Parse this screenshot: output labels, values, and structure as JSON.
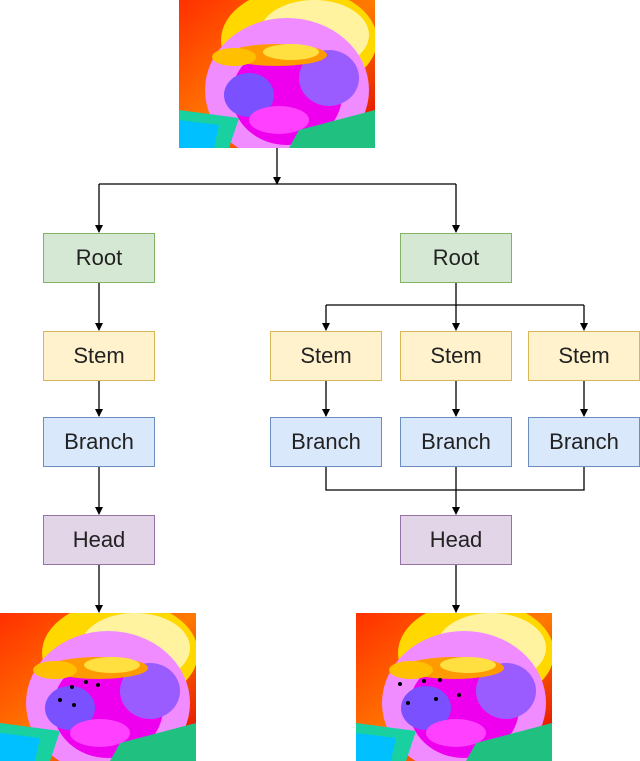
{
  "labels": {
    "root": "Root",
    "stem": "Stem",
    "branch": "Branch",
    "head": "Head"
  },
  "colors": {
    "root_fill": "#d5e8d4",
    "root_border": "#82b366",
    "stem_fill": "#fff2cc",
    "stem_border": "#d6b656",
    "branch_fill": "#dae8fc",
    "branch_border": "#6c8ebf",
    "head_fill": "#e1d5e7",
    "head_border": "#9673a6",
    "arrow": "#000000"
  },
  "images": {
    "input": "thermal-face-image",
    "output_left": "thermal-face-image-with-landmarks",
    "output_right": "thermal-face-image-with-landmarks"
  }
}
